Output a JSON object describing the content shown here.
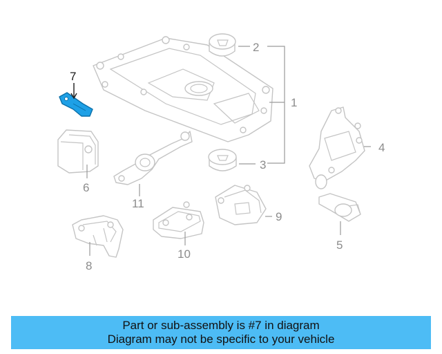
{
  "diagram": {
    "callouts": [
      {
        "id": "1",
        "label": "1"
      },
      {
        "id": "2",
        "label": "2"
      },
      {
        "id": "3",
        "label": "3"
      },
      {
        "id": "4",
        "label": "4"
      },
      {
        "id": "5",
        "label": "5"
      },
      {
        "id": "6",
        "label": "6"
      },
      {
        "id": "7",
        "label": "7",
        "highlighted": true
      },
      {
        "id": "8",
        "label": "8"
      },
      {
        "id": "9",
        "label": "9"
      },
      {
        "id": "10",
        "label": "10"
      },
      {
        "id": "11",
        "label": "11"
      }
    ],
    "highlight_color": "#1ea0e6",
    "line_color": "#c4c4c4"
  },
  "banner": {
    "line1": "Part or sub-assembly is #7 in diagram",
    "line2": "Diagram may not be specific to your vehicle",
    "background": "#4dbcf5"
  }
}
